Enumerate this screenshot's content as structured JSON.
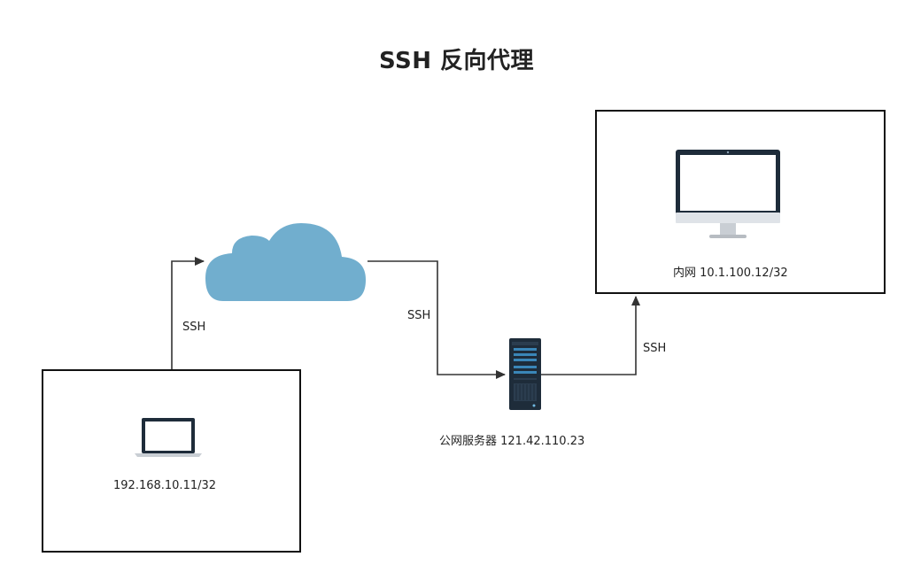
{
  "diagram": {
    "title": "SSH 反向代理",
    "nodes": {
      "internal_host": {
        "label": "内网 10.1.100.12/32",
        "icon": "desktop-monitor-icon"
      },
      "public_server": {
        "label": "公网服务器 121.42.110.23",
        "icon": "server-rack-icon"
      },
      "client_host": {
        "label": "192.168.10.11/32",
        "icon": "laptop-icon"
      },
      "internet": {
        "icon": "cloud-icon"
      }
    },
    "edges": [
      {
        "from": "client_host",
        "to": "internet",
        "label": "SSH"
      },
      {
        "from": "internet",
        "to": "public_server",
        "label": "SSH"
      },
      {
        "from": "public_server",
        "to": "internal_host",
        "label": "SSH"
      }
    ],
    "colors": {
      "cloud": "#71aece",
      "device_dark": "#1e2c3a",
      "server_accent": "#3a86b8",
      "line": "#333333"
    }
  }
}
